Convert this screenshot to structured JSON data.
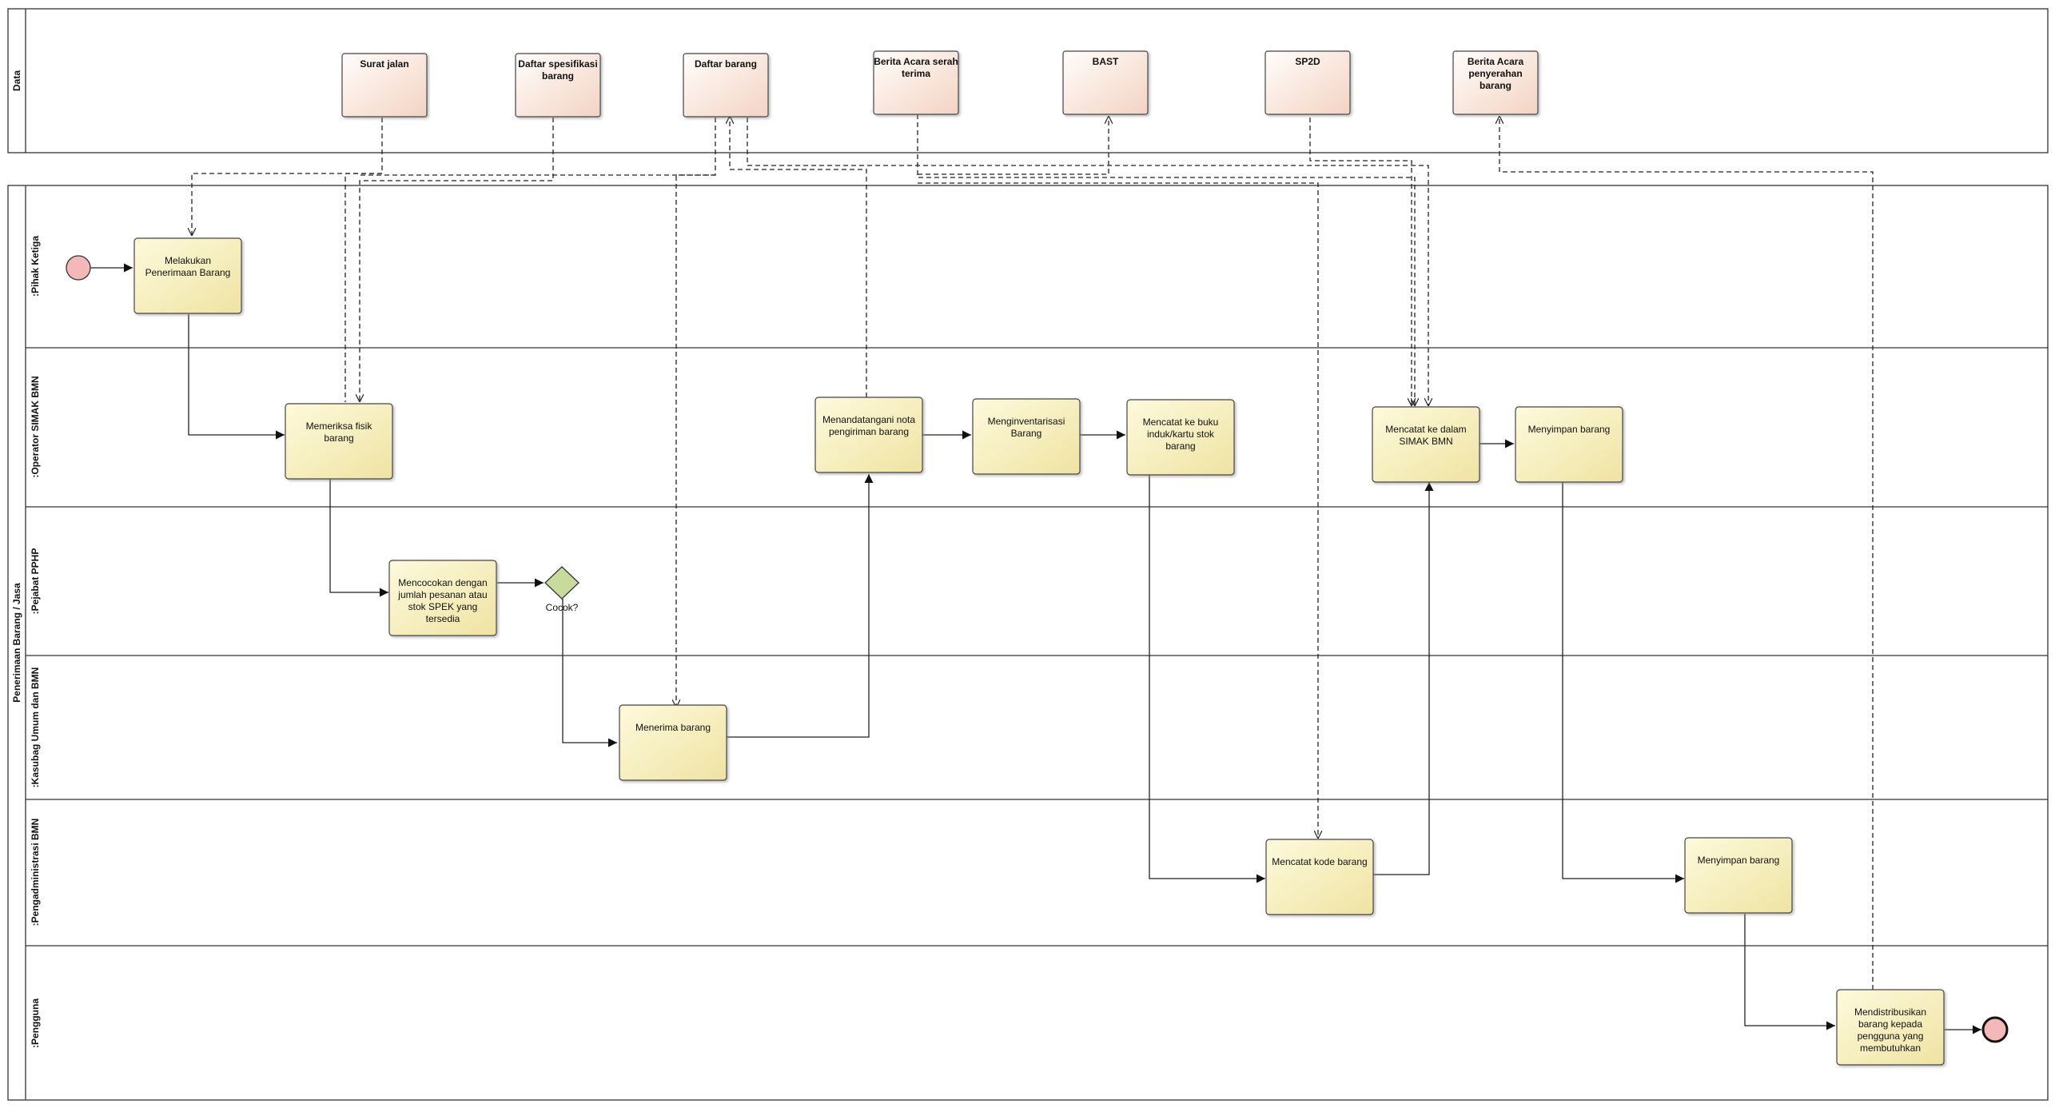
{
  "pool": {
    "title": "Penerimaan Barang / Jasa"
  },
  "data_lane": {
    "title": "Data"
  },
  "lanes": [
    {
      "id": "pihak",
      "title": ":Pihak Ketiga"
    },
    {
      "id": "operator",
      "title": ":Operator SIMAK BMN"
    },
    {
      "id": "ppphp",
      "title": ":Pejabat PPHP"
    },
    {
      "id": "kasubag",
      "title": ":Kasubag Umum dan BMN"
    },
    {
      "id": "pengadm",
      "title": ":Pengadministrasi BMN"
    },
    {
      "id": "pengguna",
      "title": ":Pengguna"
    }
  ],
  "data_objects": [
    {
      "id": "d1",
      "lines": [
        "Surat jalan"
      ]
    },
    {
      "id": "d2",
      "lines": [
        "Daftar spesifikasi",
        "barang"
      ]
    },
    {
      "id": "d3",
      "lines": [
        "Daftar barang"
      ]
    },
    {
      "id": "d4",
      "lines": [
        "Berita Acara serah",
        "terima"
      ]
    },
    {
      "id": "d5",
      "lines": [
        "BAST"
      ]
    },
    {
      "id": "d6",
      "lines": [
        "SP2D"
      ]
    },
    {
      "id": "d7",
      "lines": [
        "Berita Acara",
        "penyerahan",
        "barang"
      ]
    }
  ],
  "activities": [
    {
      "id": "a1",
      "lines": [
        "Melakukan",
        "Penerimaan Barang"
      ]
    },
    {
      "id": "a2",
      "lines": [
        "Memeriksa fisik",
        "barang"
      ]
    },
    {
      "id": "a3",
      "lines": [
        "Mencocokan dengan",
        "jumlah pesanan atau",
        "stok SPEK yang",
        "tersedia"
      ]
    },
    {
      "id": "a4",
      "lines": [
        "Menerima barang"
      ]
    },
    {
      "id": "a5",
      "lines": [
        "Menandatangani nota",
        "pengiriman barang"
      ]
    },
    {
      "id": "a6",
      "lines": [
        "Menginventarisasi",
        "Barang"
      ]
    },
    {
      "id": "a7",
      "lines": [
        "Mencatat ke buku",
        "induk/kartu stok",
        "barang"
      ]
    },
    {
      "id": "a8",
      "lines": [
        "Mencatat kode barang"
      ]
    },
    {
      "id": "a9",
      "lines": [
        "Mencatat ke dalam",
        "SIMAK BMN"
      ]
    },
    {
      "id": "a10",
      "lines": [
        "Menyimpan barang"
      ]
    },
    {
      "id": "a11",
      "lines": [
        "Menyimpan barang"
      ]
    },
    {
      "id": "a12",
      "lines": [
        "Mendistribusikan",
        "barang kepada",
        "pengguna yang",
        "membutuhkan"
      ]
    }
  ],
  "gateway": {
    "id": "g1",
    "label": "Cocok?"
  },
  "colors": {
    "activity_fill_top": "#fdf9d6",
    "activity_fill_bottom": "#f1e6a8",
    "data_fill_top": "#fffdfb",
    "data_fill_bottom": "#f5d9cb",
    "gateway_fill": "#c7dc9a",
    "start_fill": "#f4b8b8",
    "line": "#333333"
  }
}
